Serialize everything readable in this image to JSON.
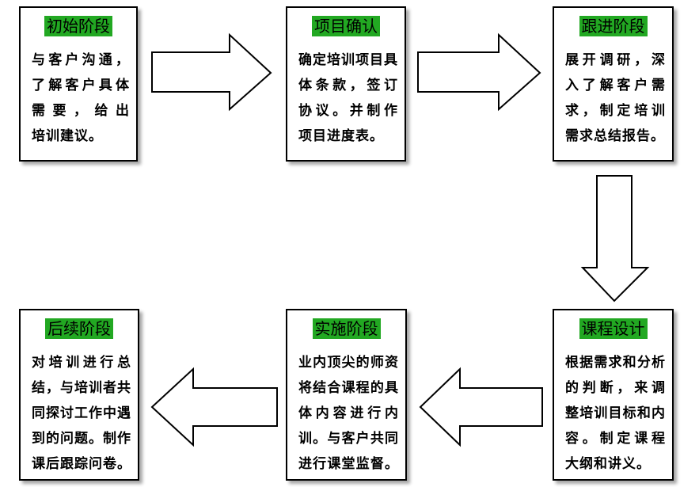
{
  "colors": {
    "title_highlight": "#22a822",
    "border": "#000000",
    "arrow_fill": "#ffffff"
  },
  "stages": [
    {
      "title": "初始阶段",
      "lines": [
        "与客户沟通，",
        "了解客户具体",
        "需要，给出",
        "培训建议。"
      ]
    },
    {
      "title": "项目确认",
      "lines": [
        "确定培训项目具",
        "体条款，签订",
        "协议。并制作",
        "项目进度表。"
      ]
    },
    {
      "title": "跟进阶段",
      "lines": [
        "展开调研，深",
        "入了解客户需",
        "求，制定培训",
        "需求总结报告。"
      ]
    },
    {
      "title": "课程设计",
      "lines": [
        "根据需求和分析",
        "的判断，来调",
        "整培训目标和内",
        "容。制定课程",
        "大纲和讲义。"
      ]
    },
    {
      "title": "实施阶段",
      "lines": [
        "业内顶尖的师资",
        "将结合课程的具",
        "体内容进行内",
        "训。与客户共同",
        "进行课堂监督。"
      ]
    },
    {
      "title": "后续阶段",
      "lines": [
        "对培训进行总",
        "结，与培训者共",
        "同探讨工作中遇",
        "到的问题。制作",
        "课后跟踪问卷。"
      ]
    }
  ],
  "arrows": [
    {
      "from": "初始阶段",
      "to": "项目确认",
      "direction": "right"
    },
    {
      "from": "项目确认",
      "to": "跟进阶段",
      "direction": "right"
    },
    {
      "from": "跟进阶段",
      "to": "课程设计",
      "direction": "down"
    },
    {
      "from": "课程设计",
      "to": "实施阶段",
      "direction": "left"
    },
    {
      "from": "实施阶段",
      "to": "后续阶段",
      "direction": "left"
    }
  ]
}
